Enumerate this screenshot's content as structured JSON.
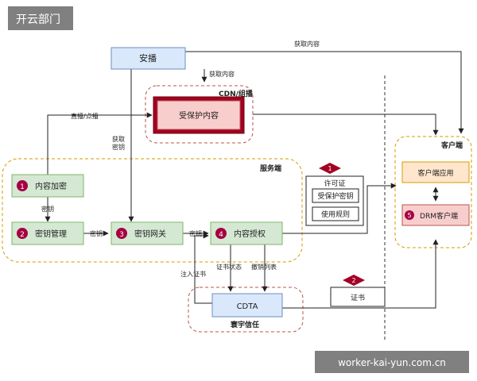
{
  "watermark_top": "开云部门",
  "watermark_bottom": "worker-kai-yun.com.cn",
  "nodes": {
    "anbo": "安播",
    "cdn_title": "CDN/组播",
    "protected": "受保护内容",
    "server_title": "服务端",
    "encrypt": "内容加密",
    "keymgmt": "密钥管理",
    "keygw": "密钥网关",
    "auth": "内容授权",
    "license_title": "许可证",
    "license_key": "受保护密钥",
    "license_rule": "使用规则",
    "client_title": "客户端",
    "client_app": "客户端应用",
    "drm_client": "DRM客户端",
    "cdta": "CDTA",
    "cert_title": "寰宇信任",
    "cert": "证书"
  },
  "numbers": {
    "n1": "1",
    "n2": "2",
    "n3": "3",
    "n4": "4",
    "n5": "5",
    "d1": "1",
    "d2": "2"
  },
  "edges": {
    "get_content_top": "获取内容",
    "get_content_anbo": "获取内容",
    "live_vod": "直播/点播",
    "get_key": [
      "获取",
      "密钥"
    ],
    "key_a": "密钥",
    "key_b": "密钥",
    "key_c": "密钥",
    "cert_status": "证书状态",
    "revoke_list": "撤销列表",
    "inject_cert": "注入证书"
  },
  "colors": {
    "blue_fill": "#dae8fc",
    "blue_stroke": "#6c8ebf",
    "green_fill": "#d5e8d4",
    "green_stroke": "#82b366",
    "orange_fill": "#ffe6cc",
    "orange_stroke": "#d79b00",
    "pink_fill": "#f8cecc",
    "pink_stroke": "#b85450",
    "darkred": "#a20025",
    "magenta": "#a50040"
  }
}
